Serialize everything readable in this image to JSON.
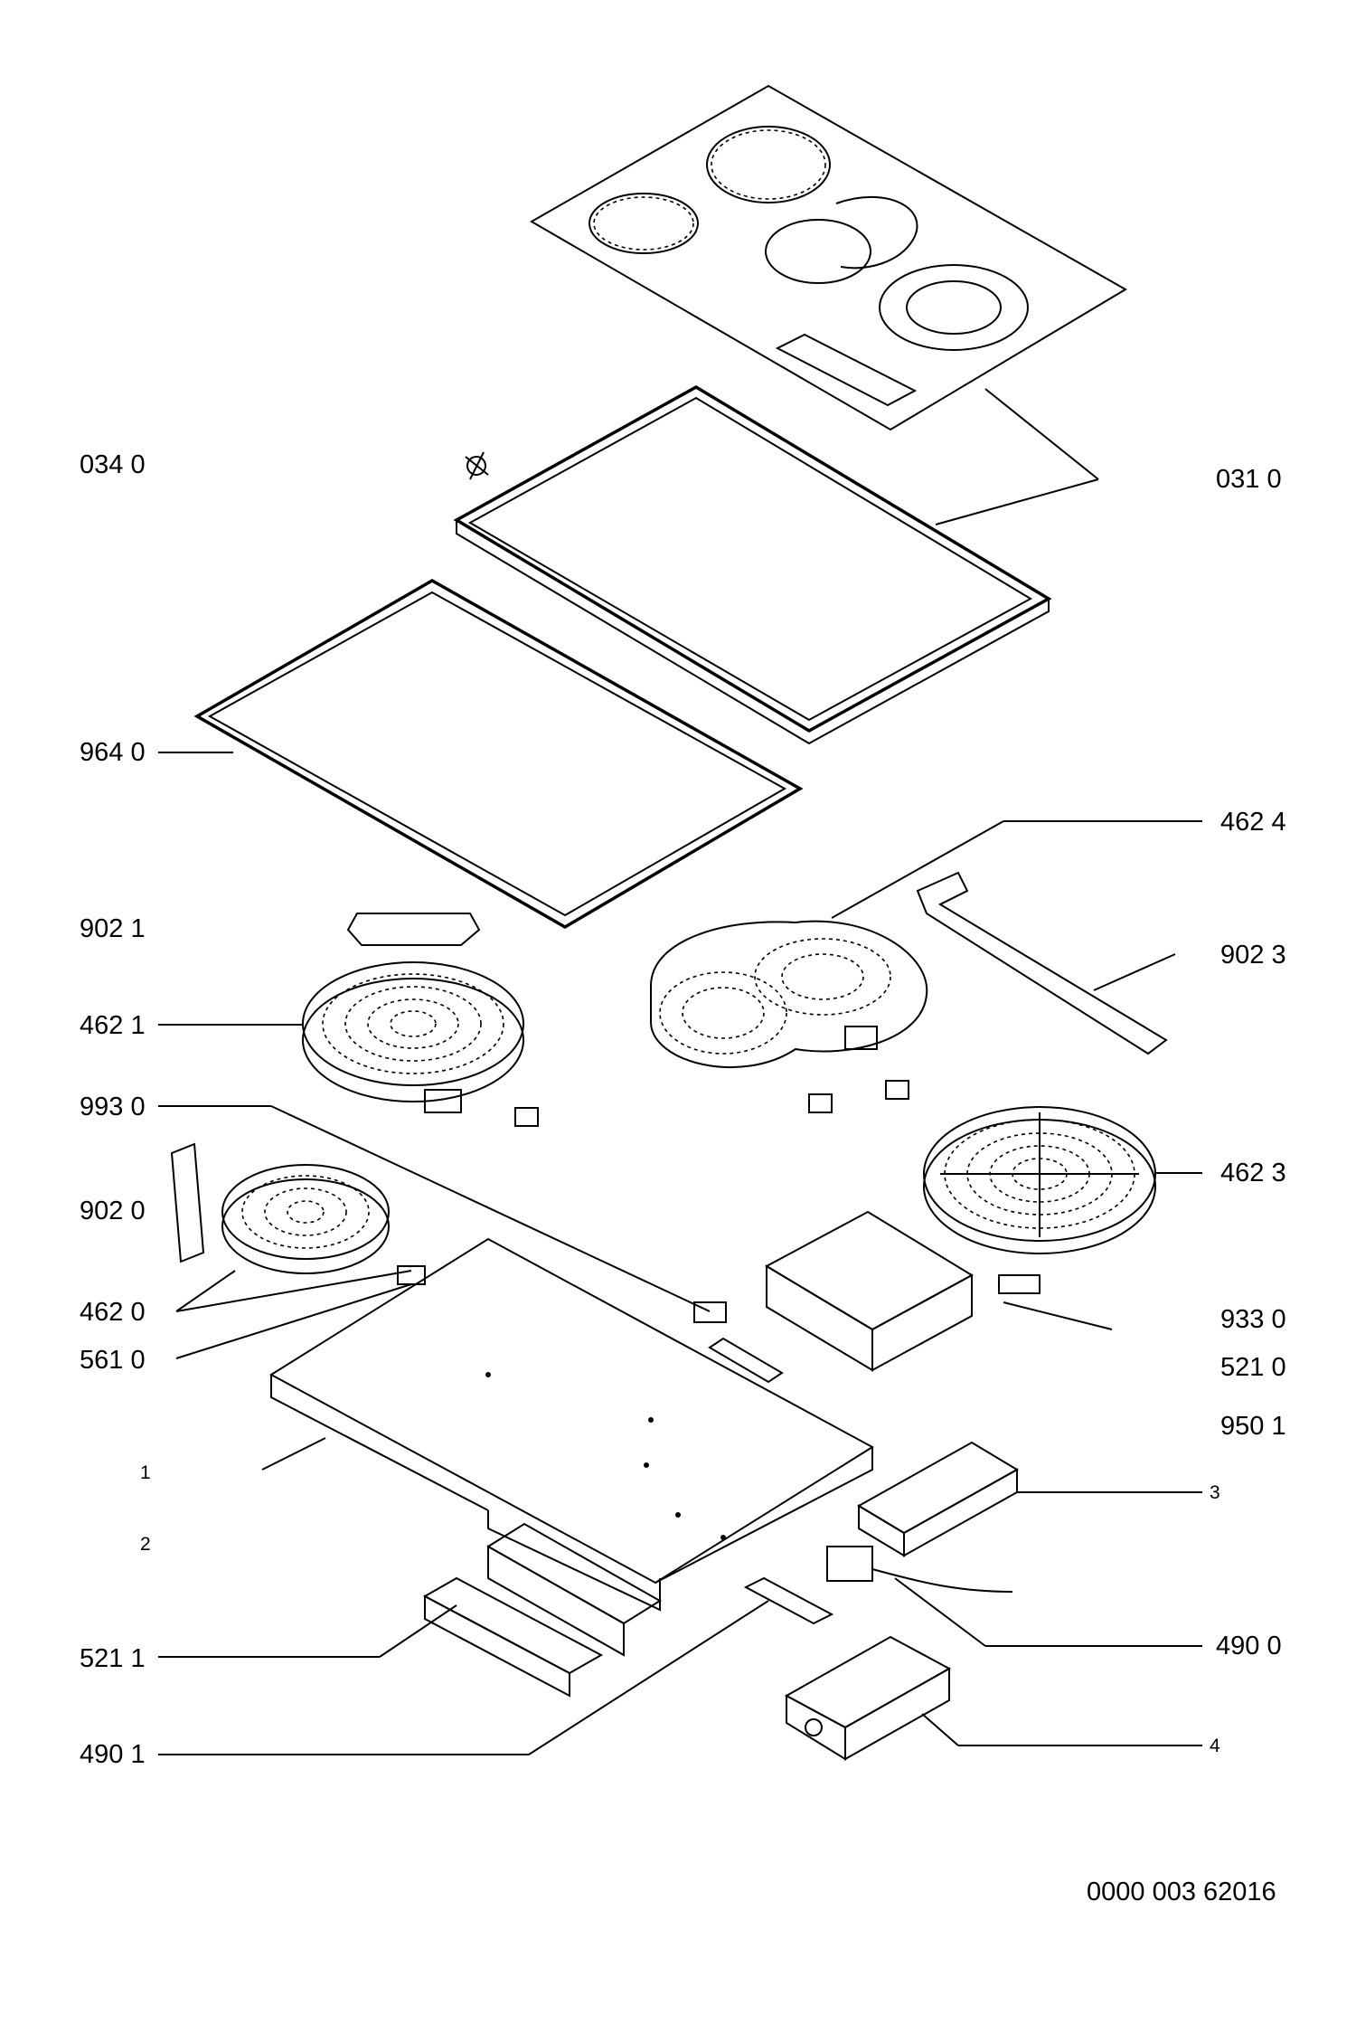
{
  "parts": [
    {
      "id": "p0340",
      "label": "034 0"
    },
    {
      "id": "p0310",
      "label": "031 0"
    },
    {
      "id": "p9640",
      "label": "964 0"
    },
    {
      "id": "p4624",
      "label": "462 4"
    },
    {
      "id": "p9021",
      "label": "902 1"
    },
    {
      "id": "p9023",
      "label": "902 3"
    },
    {
      "id": "p4621",
      "label": "462 1"
    },
    {
      "id": "p9930",
      "label": "993 0"
    },
    {
      "id": "p4623",
      "label": "462 3"
    },
    {
      "id": "p9020",
      "label": "902 0"
    },
    {
      "id": "p4620",
      "label": "462 0"
    },
    {
      "id": "p9330",
      "label": "933 0"
    },
    {
      "id": "p5610",
      "label": "561 0"
    },
    {
      "id": "p5210",
      "label": "521 0"
    },
    {
      "id": "p9501",
      "label": "950 1"
    },
    {
      "id": "p1",
      "label": "1"
    },
    {
      "id": "p3",
      "label": "3"
    },
    {
      "id": "p2",
      "label": "2"
    },
    {
      "id": "p4900",
      "label": "490 0"
    },
    {
      "id": "p5211",
      "label": "521 1"
    },
    {
      "id": "p4",
      "label": "4"
    },
    {
      "id": "p4901",
      "label": "490 1"
    }
  ],
  "drawing_number": "0000 003 62016"
}
